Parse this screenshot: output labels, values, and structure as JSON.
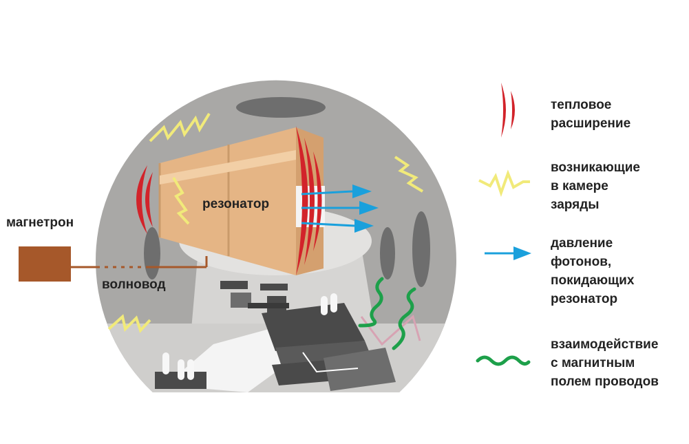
{
  "labels": {
    "magnetron": "магнетрон",
    "waveguide": "волновод",
    "resonator": "резонатор"
  },
  "legend": [
    {
      "icon": "red-arcs-icon",
      "lines": [
        "тепловое",
        "расширение"
      ]
    },
    {
      "icon": "yellow-zigzag-icon",
      "lines": [
        "возникающие",
        "в камере",
        "заряды"
      ]
    },
    {
      "icon": "blue-arrow-icon",
      "lines": [
        "давление",
        "фотонов,",
        "покидающих",
        "резонатор"
      ]
    },
    {
      "icon": "green-wave-icon",
      "lines": [
        "взаимодействие",
        "с магнитным",
        "полем проводов"
      ]
    }
  ],
  "colors": {
    "chamber": "#a9a8a6",
    "chamber_inner": "#d9d8d6",
    "resonator": "#e5b585",
    "resonator_dark": "#c99a6a",
    "magnetron": "#a6582a",
    "heat": "#d2232a",
    "charge": "#f1ea7a",
    "photon": "#1aa0dc",
    "magnetic": "#1da04a",
    "equipment_dark": "#4a4a4a",
    "equipment_mid": "#6d6d6d"
  }
}
